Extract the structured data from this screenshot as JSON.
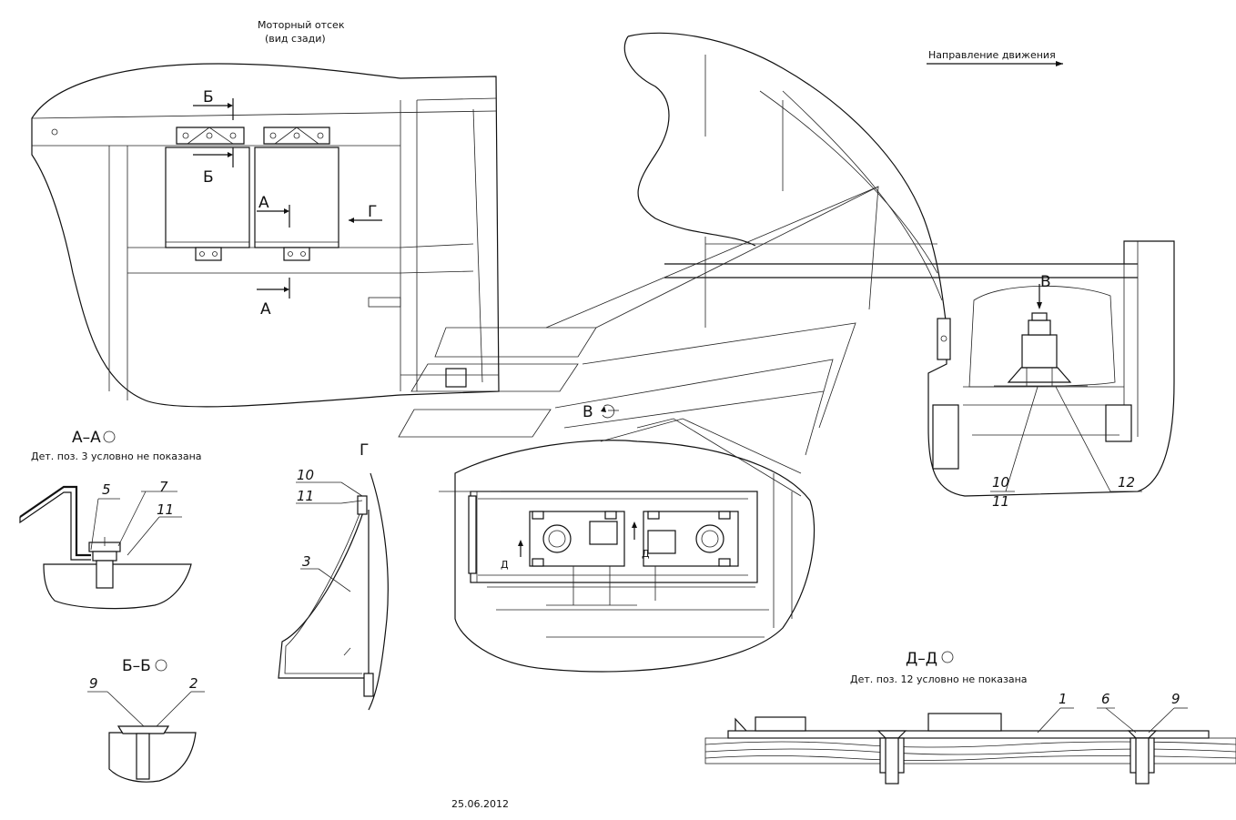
{
  "header": {
    "engine_compartment_line1": "Моторный отсек",
    "engine_compartment_line2": "(вид сзади)",
    "direction": "Направление движения"
  },
  "sections": {
    "aa_title": "А–А",
    "aa_note": "Дет. поз. 3 условно не показана",
    "bb_title": "Б–Б",
    "g_title": "Г",
    "dd_title": "Д–Д",
    "dd_note": "Дет. поз. 12 условно не показана"
  },
  "markers": {
    "b": "Б",
    "a": "А",
    "g": "Г",
    "v": "В",
    "d": "Д"
  },
  "positions": {
    "p1": "1",
    "p2": "2",
    "p3": "3",
    "p5": "5",
    "p6": "6",
    "p7": "7",
    "p9": "9",
    "p10": "10",
    "p11": "11",
    "p12": "12"
  },
  "footer": {
    "date": "25.06.2012"
  }
}
